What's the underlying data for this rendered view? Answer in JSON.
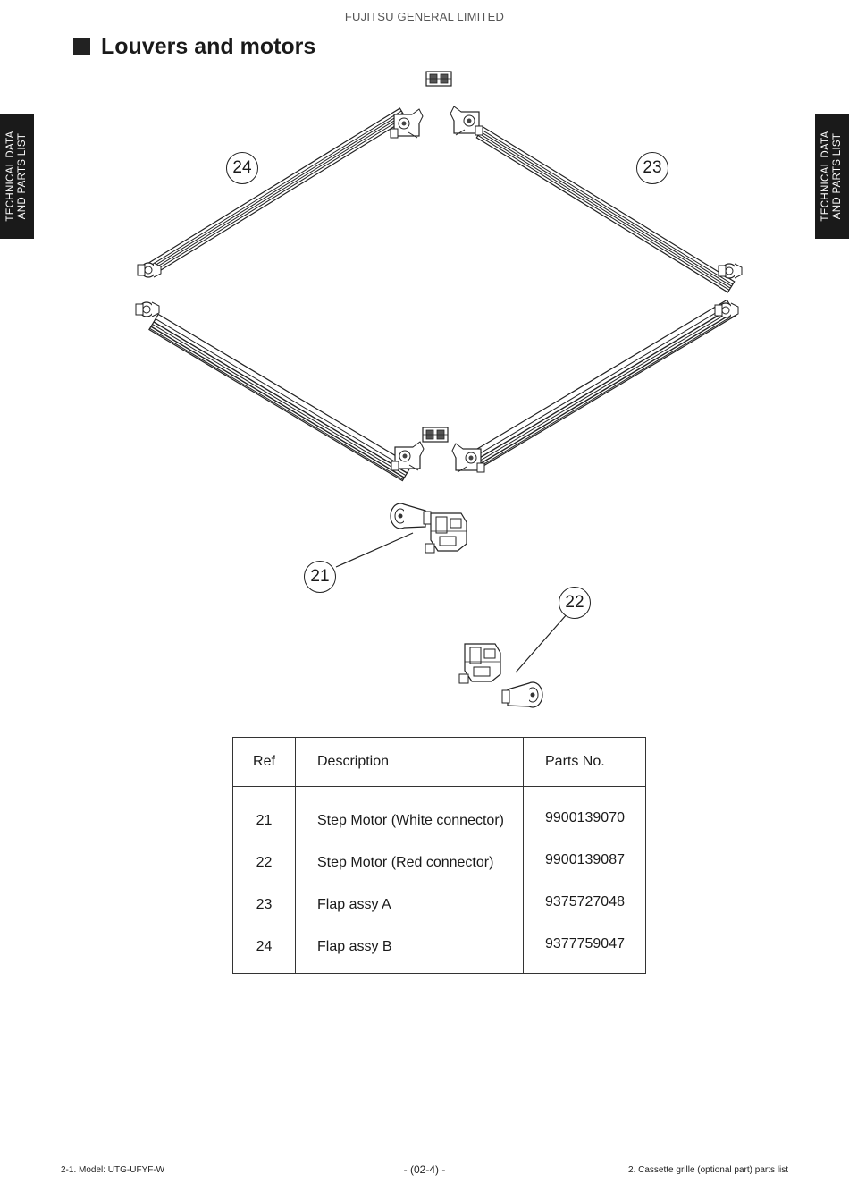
{
  "header": {
    "company": "FUJITSU GENERAL LIMITED"
  },
  "section": {
    "title": "Louvers and motors"
  },
  "side_tab": {
    "line1": "TECHNICAL DATA",
    "line2": "AND PARTS LIST"
  },
  "callouts": {
    "c21": "21",
    "c22": "22",
    "c23": "23",
    "c24": "24"
  },
  "table": {
    "headers": {
      "ref": "Ref",
      "description": "Description",
      "parts_no": "Parts No."
    },
    "rows": [
      {
        "ref": "21",
        "description": "Step Motor (White connector)",
        "parts_no": "9900139070"
      },
      {
        "ref": "22",
        "description": "Step Motor (Red connector)",
        "parts_no": "9900139087"
      },
      {
        "ref": "23",
        "description": "Flap assy A",
        "parts_no": "9375727048"
      },
      {
        "ref": "24",
        "description": "Flap assy B",
        "parts_no": "9377759047"
      }
    ]
  },
  "footer": {
    "model": "2-1. Model: UTG-UFYF-W",
    "page": "- (02-4) -",
    "section": "2. Cassette grille (optional part) parts list"
  }
}
